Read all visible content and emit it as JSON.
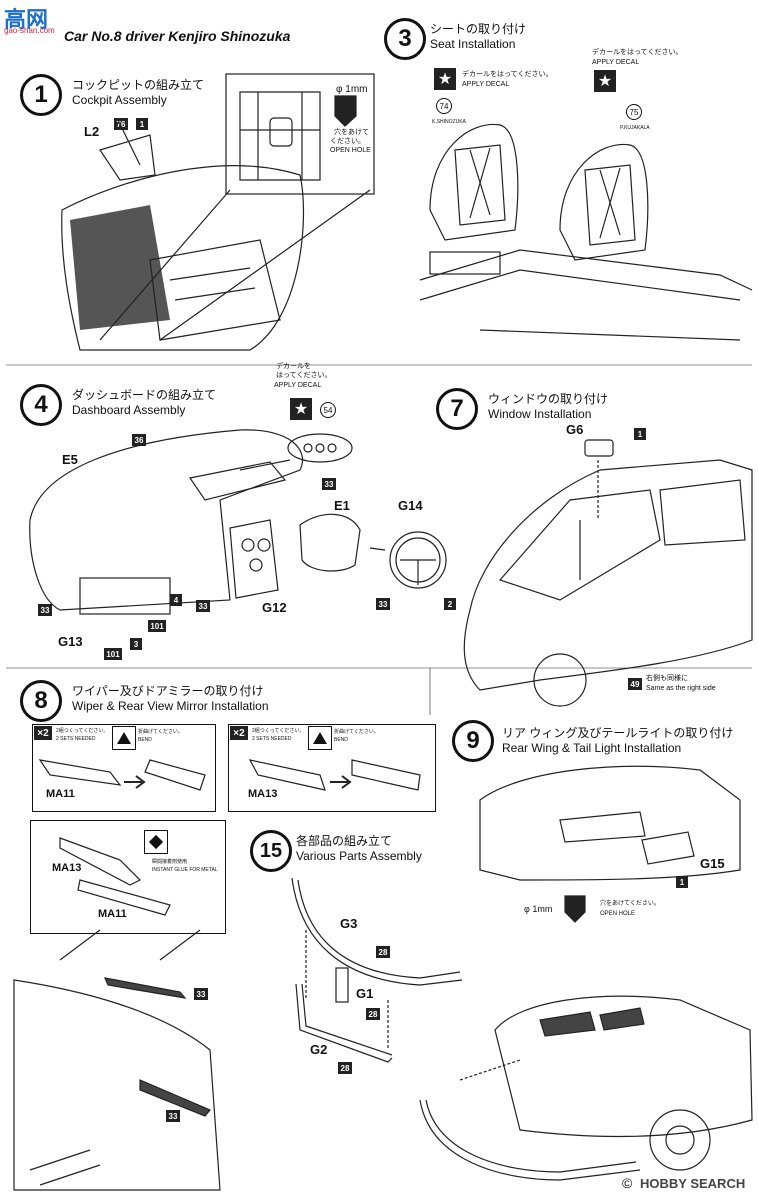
{
  "header": {
    "title": "Car No.8 driver Kenjiro Shinozuka",
    "watermark_top": "高网",
    "watermark_url": "gao-shan.com"
  },
  "step1": {
    "num": "1",
    "jp": "コックピットの組み立て",
    "en": "Cockpit Assembly",
    "parts": [
      "L2",
      "76",
      "1"
    ],
    "hole": "φ 1mm",
    "hole_jp": "穴をあけて",
    "hole_en": "ください。\nOPEN HOLE"
  },
  "step3": {
    "num": "3",
    "jp": "シートの取り付け",
    "en": "Seat Installation",
    "decal_jp": "デカールをはってください。",
    "decal_en": "APPLY DECAL",
    "decal_a": "74",
    "decal_b": "75",
    "name_a": "K.SHINOZUKA",
    "name_b": "P.KUJAKALA"
  },
  "step4": {
    "num": "4",
    "jp": "ダッシュボードの組み立て",
    "en": "Dashboard Assembly",
    "decal_jp": "デカールを\nはってください。",
    "decal_en": "APPLY DECAL",
    "decal_num": "54",
    "parts": [
      "E5",
      "36",
      "33",
      "E1",
      "G14",
      "33",
      "G12",
      "33",
      "G13",
      "101",
      "101",
      "3",
      "4",
      "2",
      "33"
    ]
  },
  "step7": {
    "num": "7",
    "jp": "ウィンドウの取り付け",
    "en": "Window Installation",
    "parts": [
      "G6",
      "1",
      "49"
    ],
    "note_jp": "右側も同様に",
    "note_en": "Same as the right side"
  },
  "step8": {
    "num": "8",
    "jp": "ワイパー及びドアミラーの取り付け",
    "en": "Wiper & Rear View Mirror Installation",
    "x2": "×2",
    "sets_jp": "2組つくってください。",
    "sets_en": "2 SETS NEEDED",
    "bend_jp": "折曲げてください。",
    "bend_en": "BEND",
    "parts": [
      "MA11",
      "MA13",
      "MA13",
      "MA11",
      "33",
      "33"
    ],
    "glue_jp": "瞬間接着剤使用",
    "glue_en": "INSTANT GLUE FOR METAL"
  },
  "step9": {
    "num": "9",
    "jp": "リア ウィング及びテールライトの取り付け",
    "en": "Rear Wing & Tail Light Installation",
    "parts": [
      "G15",
      "1"
    ],
    "hole": "φ 1mm",
    "hole_jp": "穴をあけてください。",
    "hole_en": "OPEN HOLE"
  },
  "step15": {
    "num": "15",
    "jp": "各部品の組み立て",
    "en": "Various Parts Assembly",
    "parts": [
      "G3",
      "28",
      "G1",
      "28",
      "G2",
      "28"
    ]
  },
  "footer": {
    "copyright": "©",
    "brand": "HOBBY SEARCH"
  }
}
